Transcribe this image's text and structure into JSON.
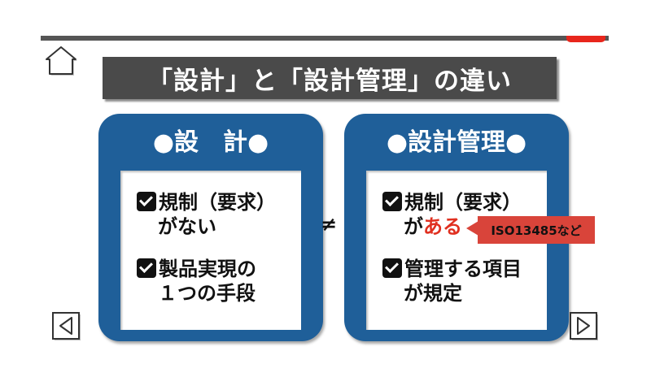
{
  "slide": {
    "title": "「設計」と「設計管理」の違い",
    "left_panel": {
      "heading": "●設　計●",
      "items": [
        {
          "line1": "規制（要求）",
          "line2": "がない"
        },
        {
          "line1": "製品実現の",
          "line2": "１つの手段"
        }
      ]
    },
    "right_panel": {
      "heading": "●設計管理●",
      "items": [
        {
          "line1": "規制（要求）",
          "line2_prefix": "が",
          "line2_emphasis": "ある"
        },
        {
          "line1": "管理する項目",
          "line2": "が規定"
        }
      ]
    },
    "not_equal": "≠",
    "callout": "ISO13485など"
  },
  "colors": {
    "panel": "#1f5f99",
    "banner": "#4a4a4a",
    "accent": "#e8261c",
    "emphasis": "#e03020",
    "callout": "#d9443a"
  },
  "icons": {
    "home": "home-icon",
    "prev": "arrow-left-icon",
    "next": "arrow-right-icon",
    "check": "checkbox-checked-icon"
  }
}
